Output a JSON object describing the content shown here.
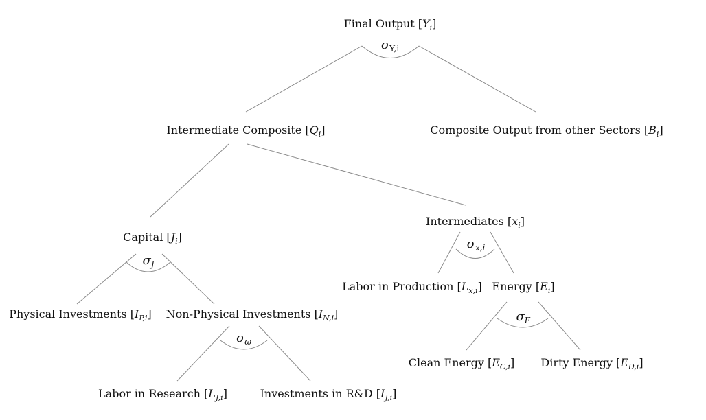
{
  "nodes": {
    "final_output": {
      "text": "Final Output [",
      "var": "Y",
      "sub": "i",
      "close": "]"
    },
    "intermediate_composite": {
      "text": "Intermediate Composite [",
      "var": "Q",
      "sub": "i",
      "close": "]"
    },
    "composite_other": {
      "text": "Composite Output from other Sectors [",
      "var": "B",
      "sub": "i",
      "close": "]"
    },
    "capital": {
      "text": "Capital [",
      "var": "J",
      "sub": "i",
      "close": "]"
    },
    "intermediates": {
      "text": "Intermediates [",
      "var": "x",
      "sub": "i",
      "close": "]"
    },
    "physical_investments": {
      "text": "Physical Investments [",
      "var": "I",
      "sub": "P,i",
      "close": "]"
    },
    "non_physical_investments": {
      "text": "Non-Physical Investments [",
      "var": "I",
      "sub": "N,i",
      "close": "]"
    },
    "labor_production": {
      "text": "Labor in Production [",
      "var": "L",
      "sub": "x,i",
      "close": "]"
    },
    "energy": {
      "text": "Energy [",
      "var": "E",
      "sub": "i",
      "close": "]"
    },
    "labor_research": {
      "text": "Labor in Research [",
      "var": "L",
      "sub": "J,i",
      "close": "]"
    },
    "investments_rd": {
      "text": "Investments in R&D [",
      "var": "I",
      "sub": "J,i",
      "close": "]"
    },
    "clean_energy": {
      "text": "Clean Energy [",
      "var": "E",
      "sub": "C,i",
      "close": "]"
    },
    "dirty_energy": {
      "text": "Dirty Energy [",
      "var": "E",
      "sub": "D,i",
      "close": "]"
    }
  },
  "elasticities": {
    "sigma_y": {
      "symbol": "σ",
      "sub": "Y,i"
    },
    "sigma_j": {
      "symbol": "σ",
      "sub": "J"
    },
    "sigma_x": {
      "symbol": "σ",
      "sub": "x,i"
    },
    "sigma_omega": {
      "symbol": "σ",
      "sub": "ω"
    },
    "sigma_e": {
      "symbol": "σ",
      "sub": "E"
    }
  },
  "colors": {
    "line": "#8a8a8a",
    "text": "#111111"
  }
}
